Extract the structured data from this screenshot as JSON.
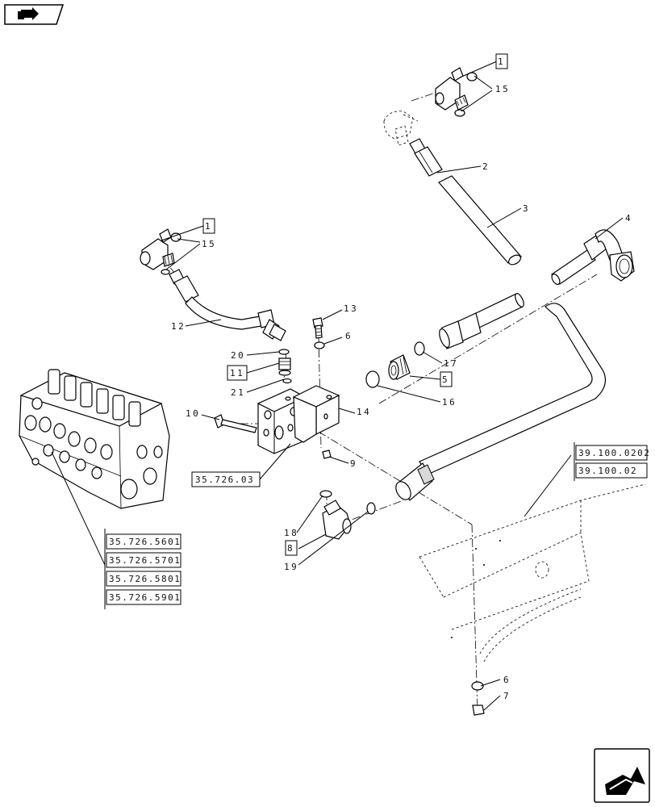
{
  "nav": {
    "top_left_icon": "book-arrow-icon",
    "bottom_right_icon": "next-page-arrow-icon"
  },
  "callouts": {
    "c1a": "1",
    "c15a": "15",
    "c2": "2",
    "c3": "3",
    "c4": "4",
    "c1b": "1",
    "c15b": "15",
    "c12": "12",
    "c13": "13",
    "c6a": "6",
    "c20": "20",
    "c11": "11",
    "c21": "21",
    "c17": "17",
    "c5": "5",
    "c16": "16",
    "c14": "14",
    "c10": "10",
    "c9": "9",
    "c18": "18",
    "c8": "8",
    "c19": "19",
    "c6b": "6",
    "c7": "7"
  },
  "refs": {
    "r_35_726_03": "35.726.03",
    "r_39_100_0202": "39.100.0202",
    "r_39_100_02": "39.100.02",
    "r_5601": "35.726.5601",
    "r_5701": "35.726.5701",
    "r_5801": "35.726.5801",
    "r_5901": "35.726.5901"
  }
}
